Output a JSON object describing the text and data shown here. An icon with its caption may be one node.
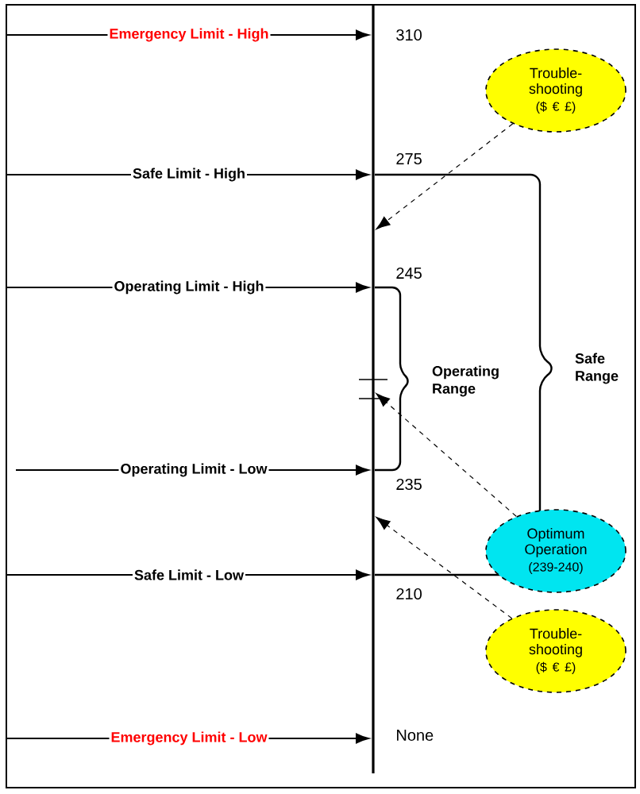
{
  "diagram": {
    "nodes": [
      {
        "text": [],
        "shape": "bar"
      },
      {
        "text": [
          "Trouble-shooting",
          "($ € £)"
        ]
      },
      {
        "text": [
          "Optimum Operation",
          "(239-240)"
        ]
      },
      {
        "text": [
          "Trouble-shooting",
          "($ € £)"
        ]
      }
    ],
    "edges": [
      {
        "from": null,
        "to": 0,
        "arrow": "to",
        "label": "Emergency Limit - High"
      },
      {
        "from": null,
        "to": 0,
        "arrow": "to",
        "label": "Safe Limit - High"
      },
      {
        "from": null,
        "to": 0,
        "arrow": "to",
        "label": "Operating Limit - High"
      },
      {
        "from": null,
        "to": 0,
        "arrow": "to",
        "label": "Operating Limit - Low"
      },
      {
        "from": null,
        "to": 0,
        "arrow": "to",
        "label": "Safe Limit - Low"
      },
      {
        "from": null,
        "to": 0,
        "arrow": "to",
        "label": "Emergency Limit - Low"
      },
      {
        "from": 1,
        "to": 0,
        "arrow": "to",
        "style": "dashed"
      },
      {
        "from": 2,
        "to": 0,
        "arrow": "to",
        "style": "dashed"
      },
      {
        "from": 3,
        "to": 0,
        "arrow": "to",
        "style": "dashed"
      }
    ],
    "labels": [
      "310",
      "275",
      "245",
      "Operating Range",
      "Safe Range",
      "235",
      "210",
      "None"
    ]
  }
}
